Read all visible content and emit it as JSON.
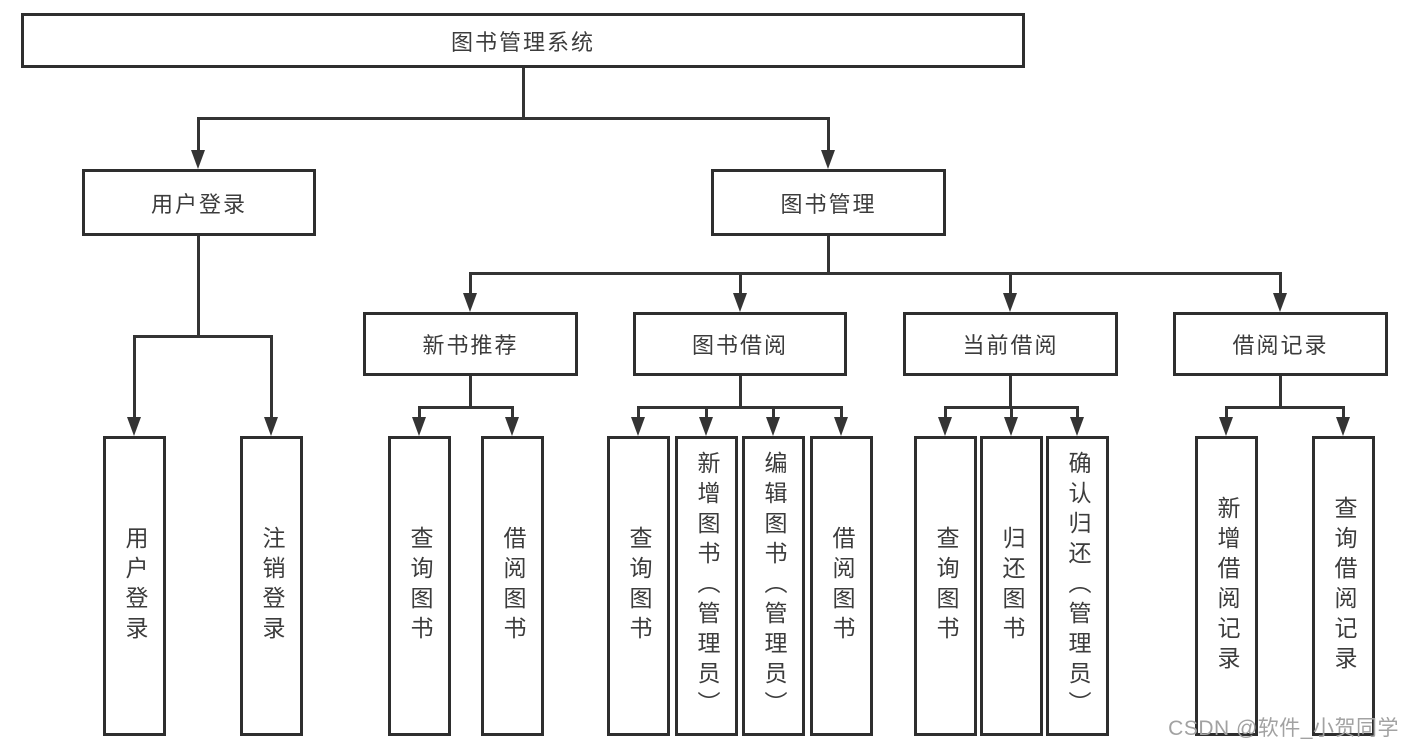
{
  "diagram": {
    "title": "图书管理系统",
    "type": "hierarchy-structure-chart",
    "colors": {
      "background": "#ffffff",
      "box_border": "#2e2e2e",
      "connector_line": "#343434",
      "text": "#3c3c3c",
      "watermark_text": "#a2a2a2"
    },
    "tree": {
      "label": "图书管理系统",
      "children": [
        {
          "label": "用户登录",
          "children": [
            {
              "label": "用户登录"
            },
            {
              "label": "注销登录"
            }
          ]
        },
        {
          "label": "图书管理",
          "children": [
            {
              "label": "新书推荐",
              "children": [
                {
                  "label": "查询图书"
                },
                {
                  "label": "借阅图书"
                }
              ]
            },
            {
              "label": "图书借阅",
              "children": [
                {
                  "label": "查询图书"
                },
                {
                  "label": "新增图书（管理员）"
                },
                {
                  "label": "编辑图书（管理员）"
                },
                {
                  "label": "借阅图书"
                }
              ]
            },
            {
              "label": "当前借阅",
              "children": [
                {
                  "label": "查询图书"
                },
                {
                  "label": "归还图书"
                },
                {
                  "label": "确认归还（管理员）"
                }
              ]
            },
            {
              "label": "借阅记录",
              "children": [
                {
                  "label": "新增借阅记录"
                },
                {
                  "label": "查询借阅记录"
                }
              ]
            }
          ]
        }
      ]
    },
    "watermark": {
      "text": "CSDN @软件_小贺同学"
    }
  }
}
